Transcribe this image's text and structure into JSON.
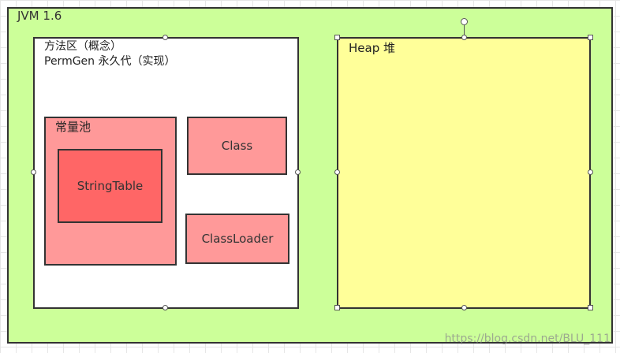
{
  "jvm": {
    "title": "JVM 1.6"
  },
  "method_area": {
    "title_line1": "方法区（概念）",
    "title_line2": "PermGen 永久代（实现）"
  },
  "constant_pool": {
    "title": "常量池"
  },
  "string_table": {
    "label": "StringTable"
  },
  "class_box": {
    "label": "Class"
  },
  "classloader_box": {
    "label": "ClassLoader"
  },
  "heap": {
    "title": "Heap 堆"
  },
  "watermark": "https://blog.csdn.net/BLU_111",
  "colors": {
    "jvm_bg": "#ccff99",
    "method_bg": "#ffffff",
    "pool_bg": "#ff9999",
    "stringtable_bg": "#ff6666",
    "heap_bg": "#ffff99",
    "border": "#333333"
  }
}
